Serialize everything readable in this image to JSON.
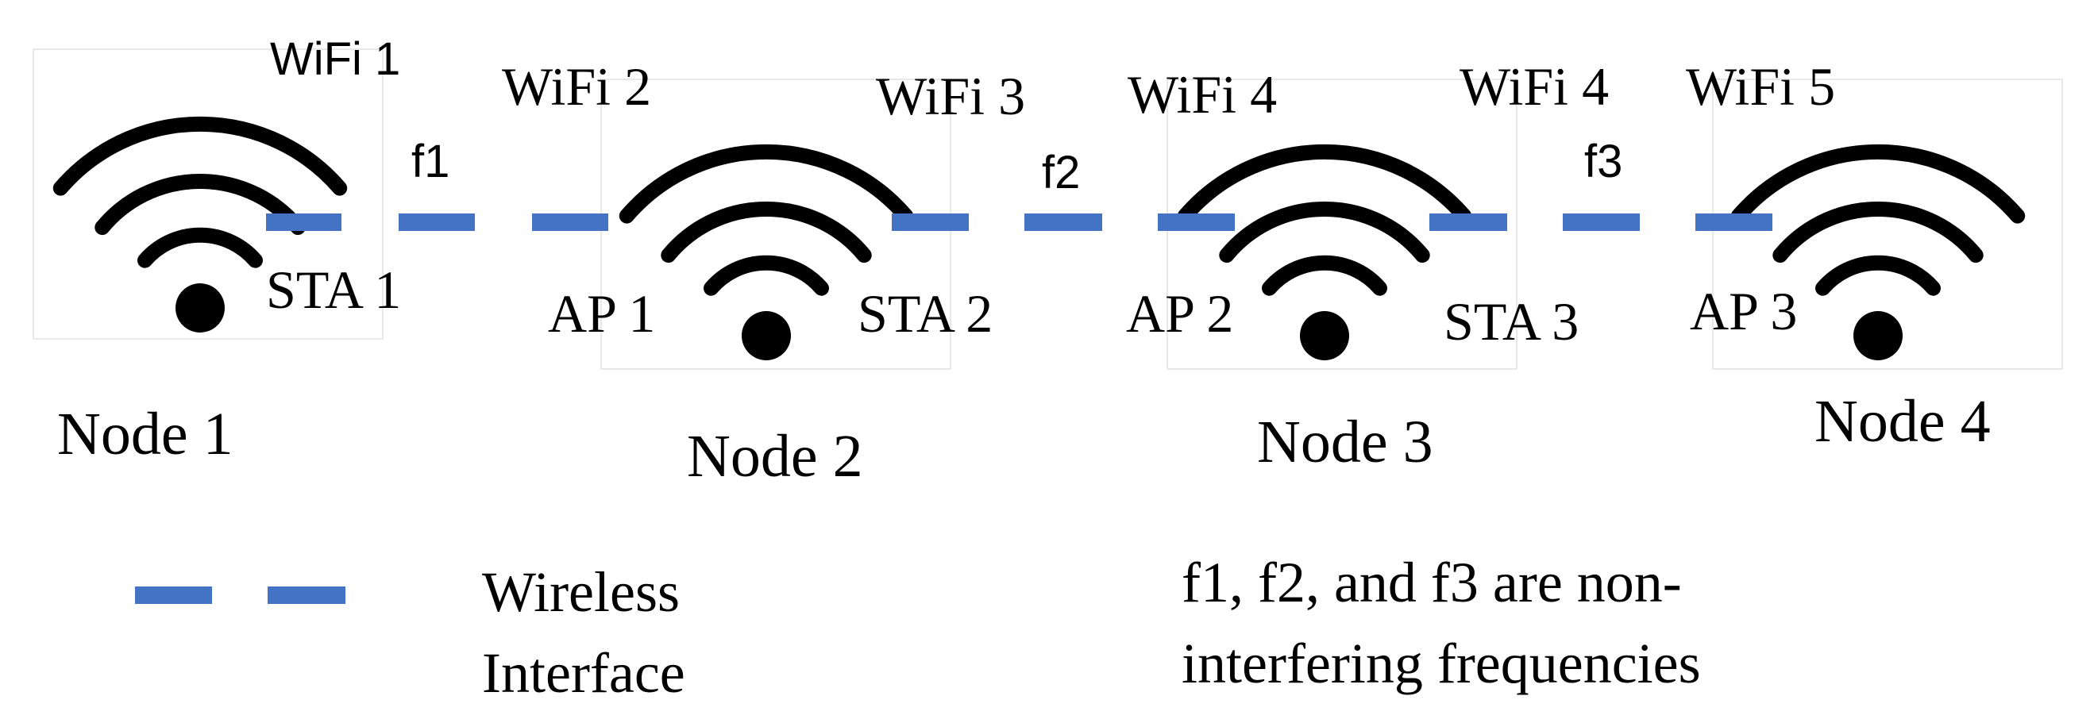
{
  "colors": {
    "link": "#4472c4",
    "icon": "#000000",
    "text": "#000000"
  },
  "icons": {
    "node": "wifi-icon",
    "link": "dashed-line"
  },
  "nodes": [
    {
      "label": "Node 1",
      "wifi": [
        "WiFi 1"
      ],
      "interfaces": [
        "STA 1"
      ]
    },
    {
      "label": "Node 2",
      "wifi": [
        "WiFi 2",
        "WiFi 3"
      ],
      "interfaces": [
        "AP 1",
        "STA 2"
      ]
    },
    {
      "label": "Node 3",
      "wifi": [
        "WiFi 4",
        "WiFi 4"
      ],
      "interfaces": [
        "AP 2",
        "STA 3"
      ]
    },
    {
      "label": "Node 4",
      "wifi": [
        "WiFi 5"
      ],
      "interfaces": [
        "AP 3"
      ]
    }
  ],
  "links": [
    {
      "frequency": "f1"
    },
    {
      "frequency": "f2"
    },
    {
      "frequency": "f3"
    }
  ],
  "legend": {
    "line1": "Wireless",
    "line2": "Interface"
  },
  "note": {
    "line1": "f1, f2, and f3 are non-",
    "line2": "interfering frequencies"
  }
}
